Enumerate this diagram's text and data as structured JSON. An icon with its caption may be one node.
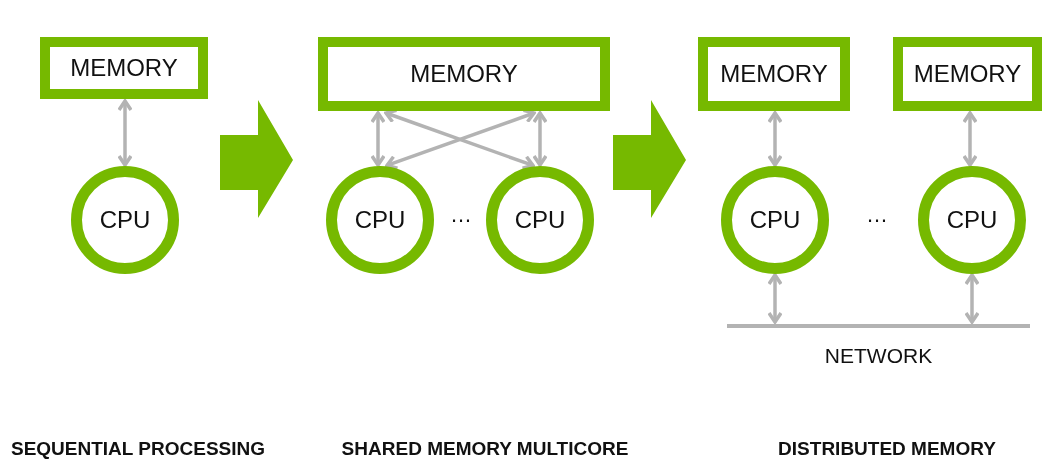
{
  "diagram": {
    "nodes": [
      {
        "text": [
          "MEMORY"
        ]
      },
      {
        "text": [
          "CPU"
        ]
      },
      {
        "text": [
          "MEMORY"
        ]
      },
      {
        "text": [
          "CPU"
        ]
      },
      {
        "text": [
          "CPU"
        ]
      },
      {
        "text": [
          "MEMORY"
        ]
      },
      {
        "text": [
          "MEMORY"
        ]
      },
      {
        "text": [
          "CPU"
        ]
      },
      {
        "text": [
          "CPU"
        ]
      },
      {
        "text": [],
        "shape": "bar",
        "beside": [
          "NETWORK"
        ]
      }
    ],
    "edges": [
      {
        "from": 0,
        "to": 1,
        "arrow": "both"
      },
      {
        "from": 2,
        "to": 3,
        "arrow": "both"
      },
      {
        "from": 2,
        "to": 4,
        "arrow": "both"
      },
      {
        "from": 2,
        "to": 3,
        "arrow": "both"
      },
      {
        "from": 2,
        "to": 4,
        "arrow": "both"
      },
      {
        "from": 5,
        "to": 7,
        "arrow": "both"
      },
      {
        "from": 6,
        "to": 8,
        "arrow": "both"
      },
      {
        "from": 7,
        "to": 9,
        "arrow": "both"
      },
      {
        "from": 8,
        "to": 9,
        "arrow": "both"
      }
    ],
    "labels": [
      "…",
      "…",
      "SEQUENTIAL PROCESSING",
      "SHARED MEMORY MULTICORE",
      "DISTRIBUTED MEMORY"
    ]
  }
}
